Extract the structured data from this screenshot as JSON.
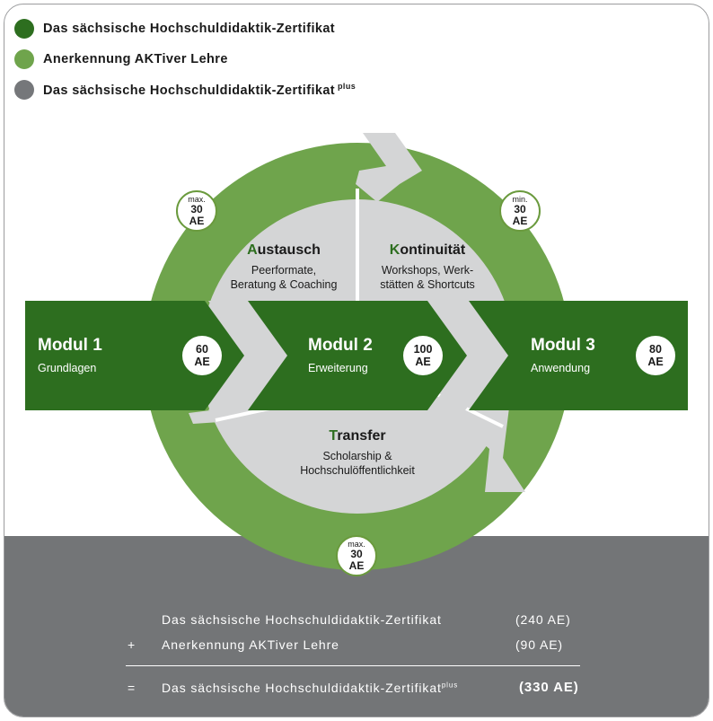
{
  "legend": [
    {
      "label": "Das sächsische Hochschuldidaktik-Zertifikat",
      "sup": "",
      "color": "#2d6e1f"
    },
    {
      "label": "Anerkennung AKTiver Lehre",
      "sup": "",
      "color": "#6fa44c"
    },
    {
      "label": "Das sächsische Hochschuldidaktik-Zertifikat",
      "sup": "plus",
      "color": "#75777a"
    }
  ],
  "colors": {
    "dark_green": "#2d6e1f",
    "light_green": "#6fa44c",
    "grey": "#75777a",
    "light_grey": "#d4d5d6"
  },
  "badges": {
    "austausch": {
      "pre": "max.",
      "value": "30",
      "unit": "AE"
    },
    "kontinuitaet": {
      "pre": "min.",
      "value": "30",
      "unit": "AE"
    },
    "transfer": {
      "pre": "max.",
      "value": "30",
      "unit": "AE"
    }
  },
  "modules": [
    {
      "title": "Modul 1",
      "subtitle": "Grundlagen",
      "value": "60",
      "unit": "AE"
    },
    {
      "title": "Modul 2",
      "subtitle": "Erweiterung",
      "value": "100",
      "unit": "AE"
    },
    {
      "title": "Modul 3",
      "subtitle": "Anwendung",
      "value": "80",
      "unit": "AE"
    }
  ],
  "segments": {
    "austausch": {
      "first": "A",
      "rest": "ustausch",
      "line1": "Peerformate,",
      "line2": "Beratung & Coaching"
    },
    "kontinuitaet": {
      "first": "K",
      "rest": "ontinuität",
      "line1": "Workshops, Werk-",
      "line2": "stätten & Shortcuts"
    },
    "transfer": {
      "first": "T",
      "rest": "ransfer",
      "line1": "Scholarship &",
      "line2": "Hochschulöffentlichkeit"
    }
  },
  "summary": {
    "row1": {
      "prefix": "",
      "label": "Das sächsische Hochschuldidaktik-Zertifikat",
      "sup": "",
      "value": "(240 AE)"
    },
    "row2": {
      "prefix": "+",
      "label": "Anerkennung AKTiver Lehre",
      "sup": "",
      "value": "(90 AE)"
    },
    "row3": {
      "prefix": "=",
      "label": "Das sächsische Hochschuldidaktik-Zertifikat",
      "sup": "plus",
      "value": "(330 AE)"
    }
  }
}
